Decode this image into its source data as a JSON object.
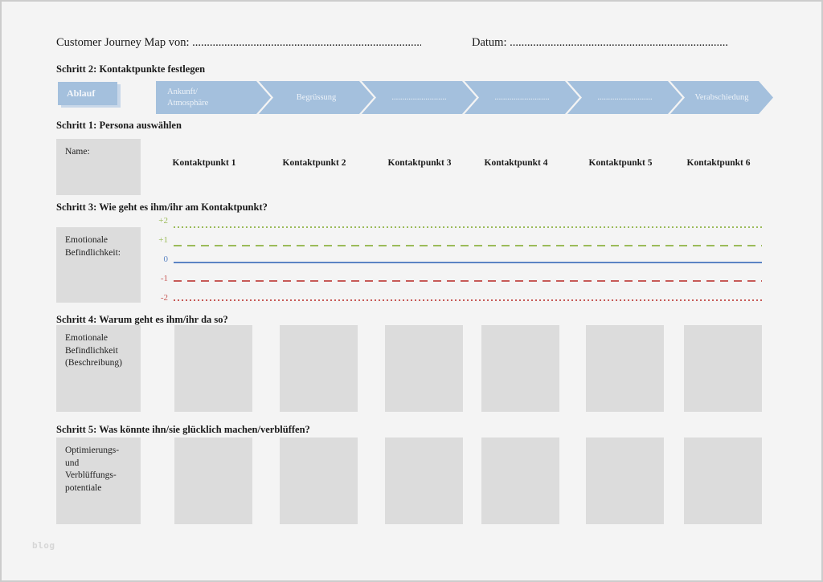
{
  "header": {
    "title_label": "Customer Journey Map von:",
    "title_dots": "..........................................................................................................",
    "date_label": "Datum:",
    "date_dots": ".........................................................................................................."
  },
  "steps": {
    "step2_heading": "Schritt 2: Kontaktpunkte festlegen",
    "step1_heading": "Schritt 1: Persona auswählen",
    "step3_heading": "Schritt 3: Wie geht es ihm/ihr am Kontaktpunkt?",
    "step4_heading": "Schritt 4: Warum geht es ihm/ihr da so?",
    "step5_heading": "Schritt 5: Was könnte ihn/sie glücklich machen/verblüffen?"
  },
  "process": {
    "start_label": "Ablauf",
    "arrow_color": "#a4c0dd",
    "arrows": [
      {
        "line1": "Ankunft/",
        "line2": "Atmosphäre"
      },
      {
        "label": "Begrüssung"
      },
      {
        "label": ".........................."
      },
      {
        "label": ".........................."
      },
      {
        "label": ".........................."
      },
      {
        "label": "Verabschiedung"
      }
    ]
  },
  "persona": {
    "name_label": "Name:"
  },
  "touchpoints": [
    "Kontaktpunkt 1",
    "Kontaktpunkt 2",
    "Kontaktpunkt 3",
    "Kontaktpunkt 4",
    "Kontaktpunkt 5",
    "Kontaktpunkt 6"
  ],
  "emotion_scale": {
    "label_lines": [
      "Emotionale",
      "Befindlichkeit:"
    ],
    "levels": [
      {
        "value": "+2",
        "line_style": "dotted",
        "color": "#9bbb59"
      },
      {
        "value": "+1",
        "line_style": "dashed",
        "color": "#9bbb59"
      },
      {
        "value": "0",
        "line_style": "solid",
        "color": "#5b84c4"
      },
      {
        "value": "-1",
        "line_style": "dashed",
        "color": "#c75a57"
      },
      {
        "value": "-2",
        "line_style": "dotted",
        "color": "#c75a57"
      }
    ]
  },
  "step4_row": {
    "label_lines": [
      "Emotionale",
      "Befindlichkeit",
      "(Beschreibung)"
    ]
  },
  "step5_row": {
    "label_lines": [
      "Optimierungs-",
      "und",
      "Verblüffungs-",
      "potentiale"
    ]
  },
  "watermark": "blog"
}
